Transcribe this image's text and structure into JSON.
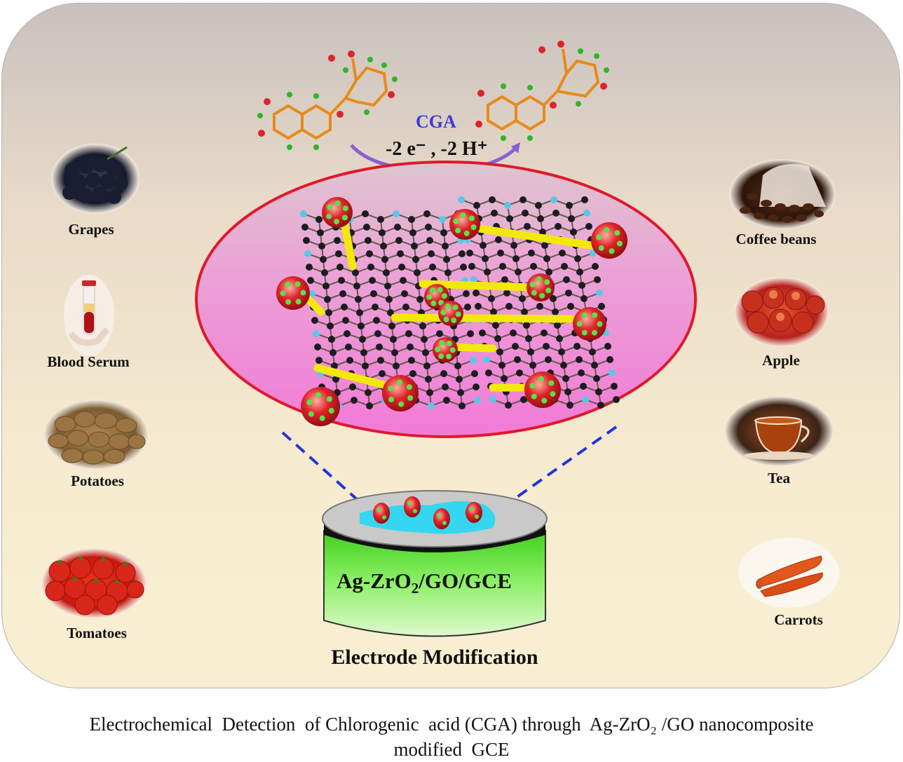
{
  "reaction": {
    "reagent": "CGA",
    "process": "-2 e⁻ , -2 H⁺"
  },
  "electrode": {
    "label_prefix": "Ag-ZrO",
    "label_sub": "2",
    "label_suffix": "/GO/GCE"
  },
  "section_title": "Electrode Modification",
  "samples_left": [
    "Grapes",
    "Blood Serum",
    "Potatoes",
    "Tomatoes"
  ],
  "samples_right": [
    "Coffee beans",
    "Apple",
    "Tea",
    "Carrots"
  ],
  "caption": {
    "line1": "Electrochemical  Detection  of Chlorogenic  acid (CGA) through  Ag-ZrO₂ /GO nanocomposite",
    "line2": "modified  GCE"
  },
  "colors": {
    "ellipse_fill": "#f07ad6",
    "ellipse_stroke": "#e0182c",
    "arrow": "#8a5fd0",
    "dash": "#2233dd",
    "cylinder": "#6fe63a"
  }
}
